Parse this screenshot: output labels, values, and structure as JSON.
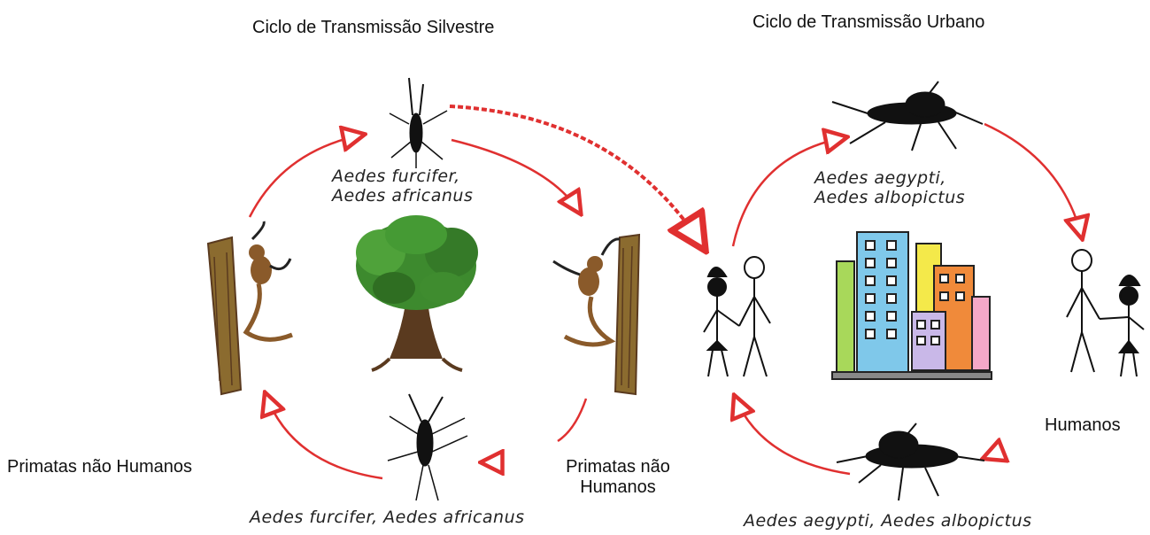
{
  "titles": {
    "sylvatic": "Ciclo de Transmissão Silvestre",
    "urban": "Ciclo de Transmissão Urbano"
  },
  "labels": {
    "primates_left": "Primatas não Humanos",
    "primates_right_line1": "Primatas não",
    "primates_right_line2": "Humanos",
    "humans": "Humanos"
  },
  "species": {
    "sylvatic_top_line1": "Aedes furcifer,",
    "sylvatic_top_line2": "Aedes africanus",
    "sylvatic_bottom": "Aedes furcifer, Aedes africanus",
    "urban_top_line1": "Aedes aegypti,",
    "urban_top_line2": "Aedes albopictus",
    "urban_bottom": "Aedes aegypti, Aedes albopictus"
  },
  "colors": {
    "arrow": "#e03030",
    "tree_foliage": "#3d8a2e",
    "tree_trunk": "#5a3a1f",
    "trunk": "#8b6b2f",
    "monkey": "#8a5a2a",
    "building_blue": "#7fc8ea",
    "building_green": "#a8d85a",
    "building_orange": "#f08a3a",
    "building_yellow": "#f4e94a",
    "building_lilac": "#c9b8e8",
    "building_pink": "#f4a8c8"
  }
}
